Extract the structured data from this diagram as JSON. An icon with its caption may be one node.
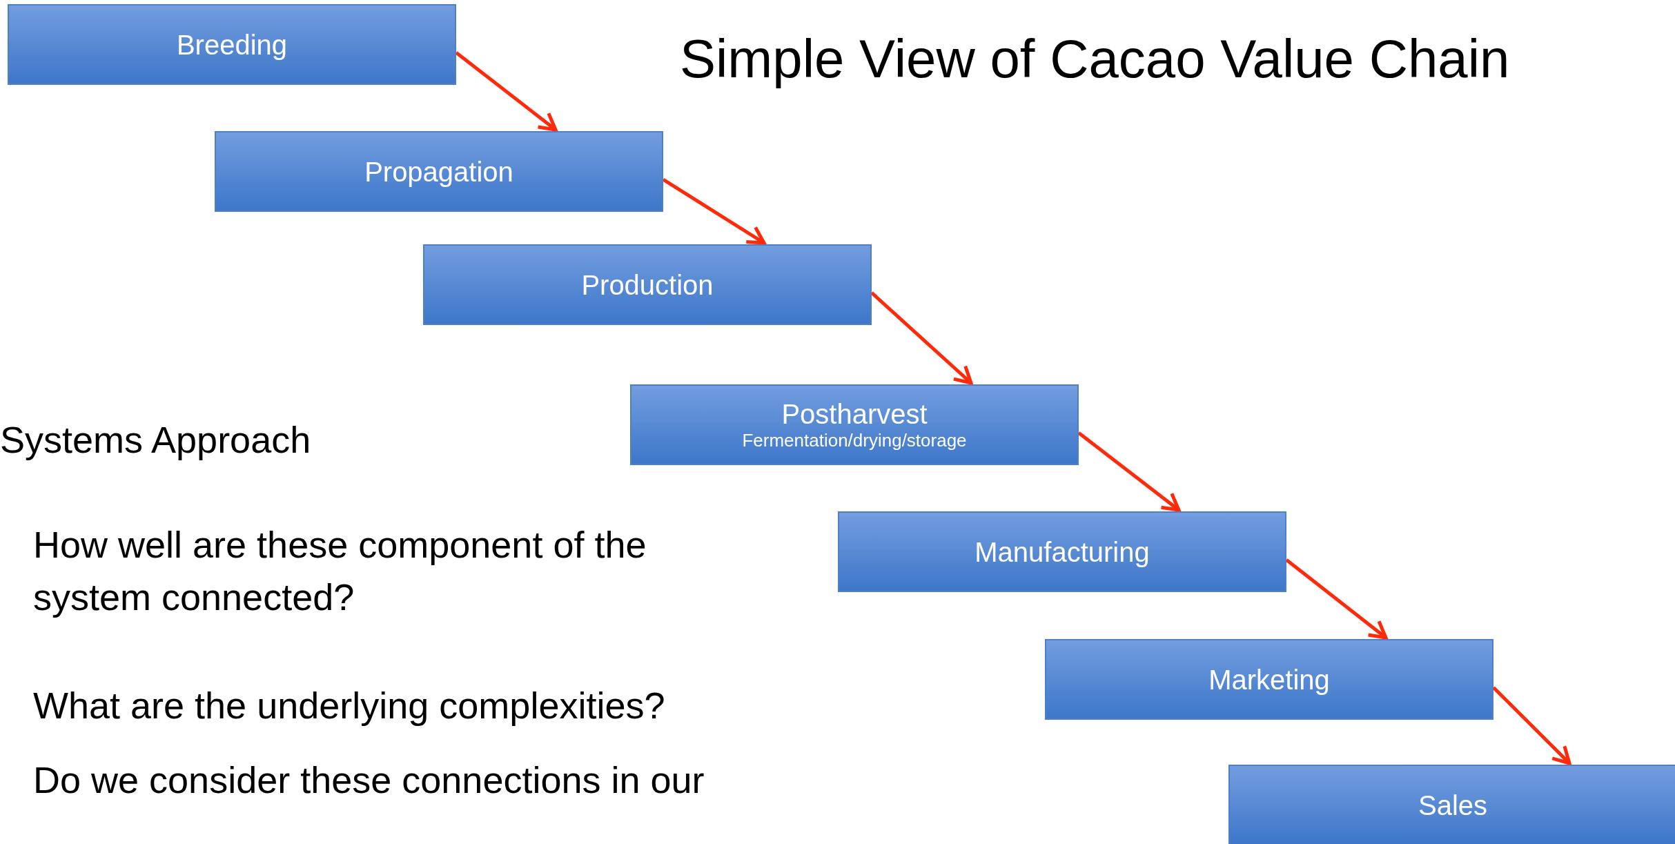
{
  "diagram": {
    "title": "Simple View of Cacao Value Chain",
    "nodes": [
      {
        "text": [
          "Breeding"
        ]
      },
      {
        "text": [
          "Propagation"
        ]
      },
      {
        "text": [
          "Production"
        ]
      },
      {
        "text": [
          "Postharvest",
          "Fermentation/drying/storage"
        ]
      },
      {
        "text": [
          "Manufacturing"
        ]
      },
      {
        "text": [
          "Marketing"
        ]
      },
      {
        "text": [
          "Sales"
        ]
      }
    ],
    "edges": [
      {
        "from": 0,
        "to": 1,
        "arrow": "to"
      },
      {
        "from": 1,
        "to": 2,
        "arrow": "to"
      },
      {
        "from": 2,
        "to": 3,
        "arrow": "to"
      },
      {
        "from": 3,
        "to": 4,
        "arrow": "to"
      },
      {
        "from": 4,
        "to": 5,
        "arrow": "to"
      },
      {
        "from": 5,
        "to": 6,
        "arrow": "to"
      }
    ],
    "labels": [
      "Systems Approach",
      "How well are these component of the system connected?",
      "What are the underlying complexities?",
      "Do we consider these connections in our"
    ]
  }
}
